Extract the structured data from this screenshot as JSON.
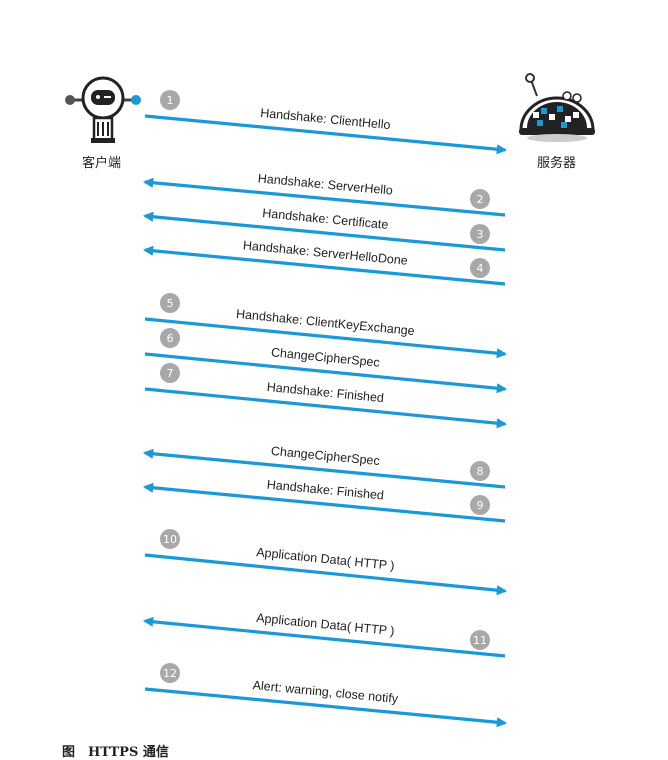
{
  "client": {
    "label": "客户端",
    "icon": "robot-client-icon"
  },
  "server": {
    "label": "服务器",
    "icon": "robot-server-icon"
  },
  "colors": {
    "arrow": "#1b98d6",
    "badge": "#a8a8a8",
    "badge_text": "#ffffff",
    "text": "#222222"
  },
  "messages": [
    {
      "num": "1",
      "label": "Handshake: ClientHello",
      "direction": "to-server"
    },
    {
      "num": "2",
      "label": "Handshake: ServerHello",
      "direction": "to-client"
    },
    {
      "num": "3",
      "label": "Handshake: Certificate",
      "direction": "to-client"
    },
    {
      "num": "4",
      "label": "Handshake: ServerHelloDone",
      "direction": "to-client"
    },
    {
      "num": "5",
      "label": "Handshake: ClientKeyExchange",
      "direction": "to-server"
    },
    {
      "num": "6",
      "label": "ChangeCipherSpec",
      "direction": "to-server"
    },
    {
      "num": "7",
      "label": "Handshake: Finished",
      "direction": "to-server"
    },
    {
      "num": "8",
      "label": "ChangeCipherSpec",
      "direction": "to-client"
    },
    {
      "num": "9",
      "label": "Handshake: Finished",
      "direction": "to-client"
    },
    {
      "num": "10",
      "label": "Application Data( HTTP )",
      "direction": "to-server"
    },
    {
      "num": "11",
      "label": "Application Data( HTTP )",
      "direction": "to-client"
    },
    {
      "num": "12",
      "label": "Alert: warning, close notify",
      "direction": "to-server"
    }
  ],
  "caption": "图　HTTPS 通信"
}
